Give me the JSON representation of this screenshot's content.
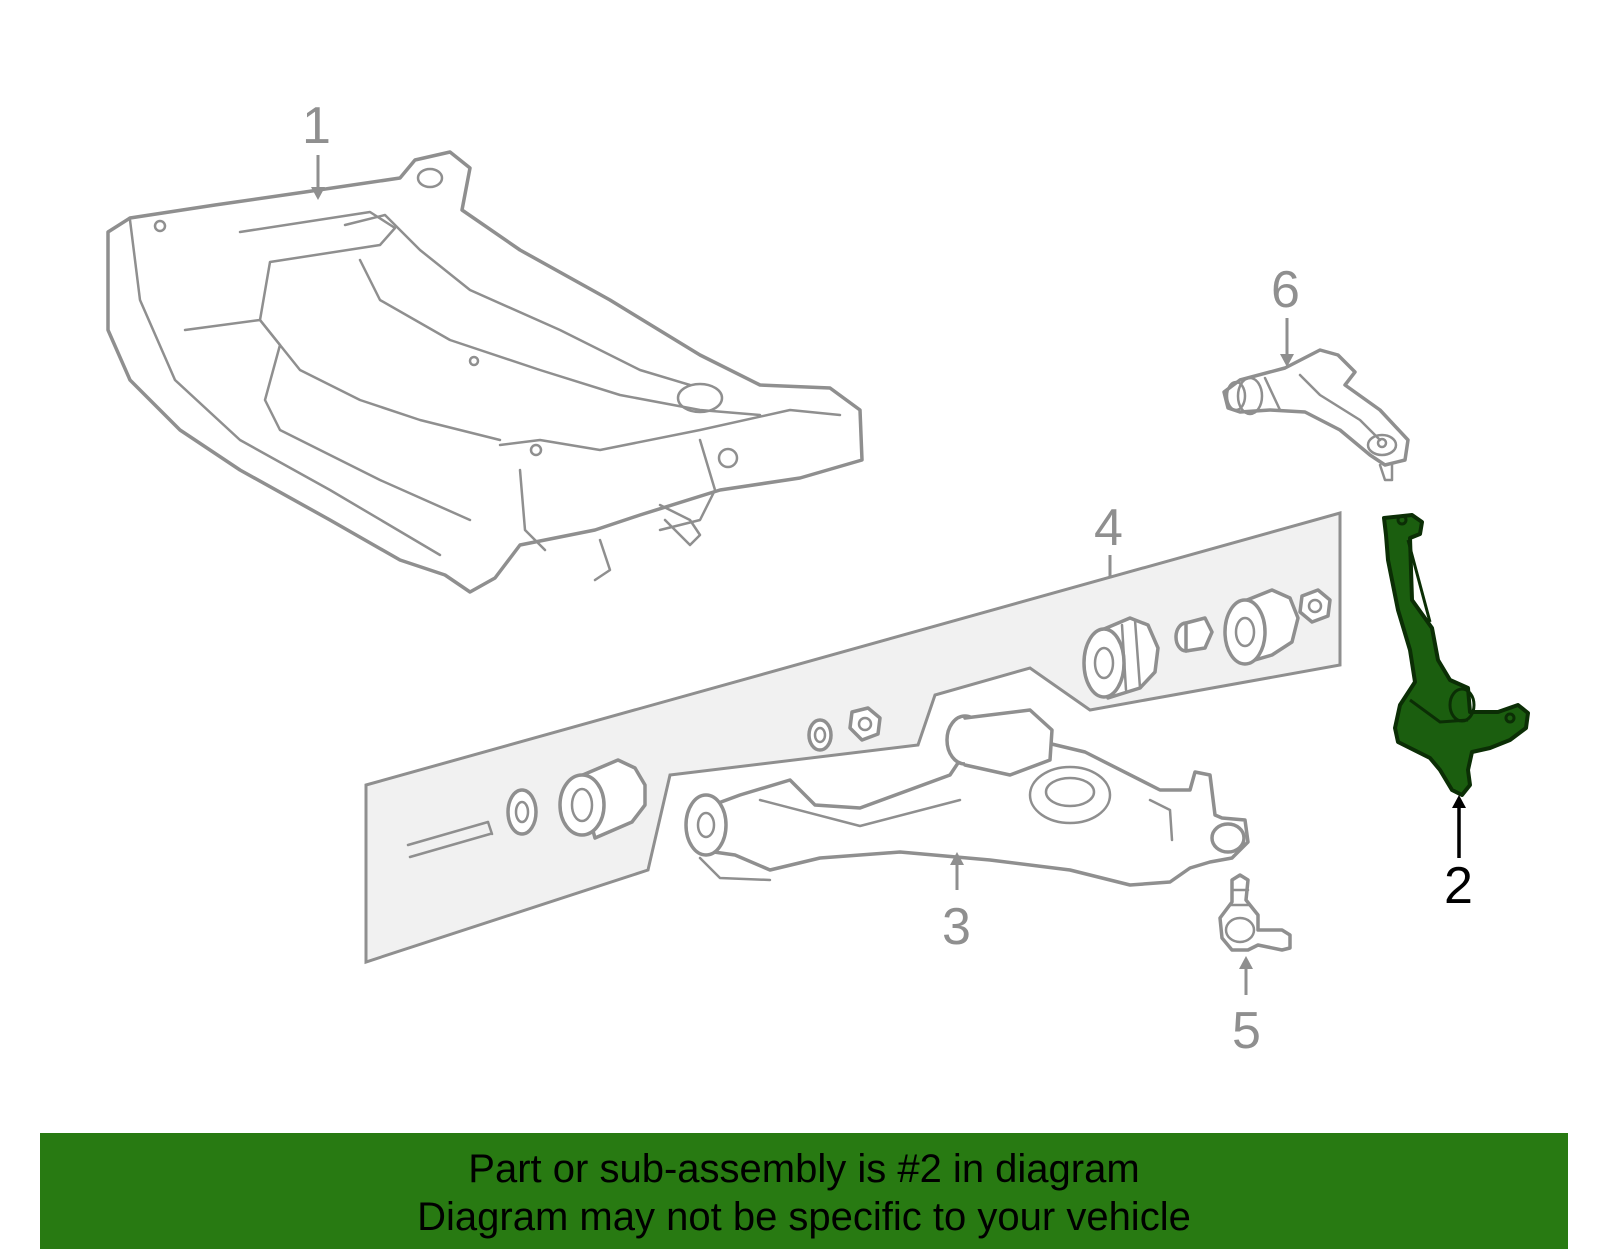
{
  "callouts": {
    "c1": "1",
    "c2": "2",
    "c3": "3",
    "c4": "4",
    "c5": "5",
    "c6": "6"
  },
  "highlight": {
    "part_number": "2",
    "color": "#1b5e0f"
  },
  "banner": {
    "line1": "Part or sub-assembly is #2 in diagram",
    "line2": "Diagram may not be specific to your vehicle",
    "background": "#287a12"
  }
}
